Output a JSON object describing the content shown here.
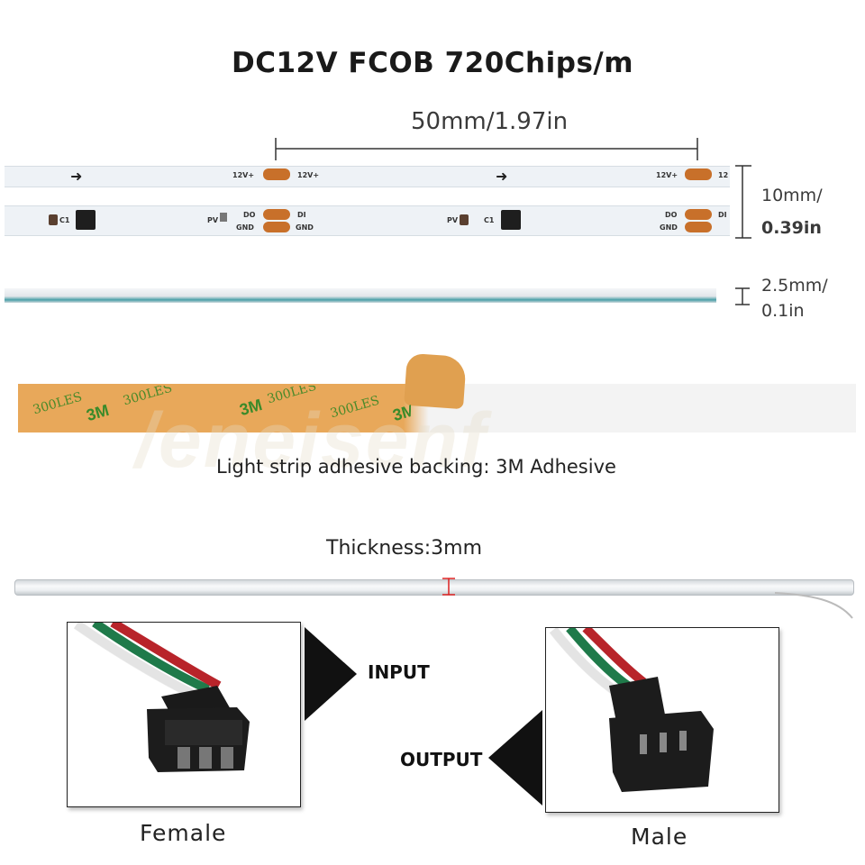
{
  "title": "DC12V FCOB 720Chips/m",
  "segment_length": "50mm/1.97in",
  "width_dim": {
    "line1": "10mm/",
    "line2": "0.39in"
  },
  "thickness_strip_dim": {
    "line1": "2.5mm/",
    "line2": "0.1in"
  },
  "pcb_labels": {
    "v12": "12V+",
    "do": "DO",
    "di": "DI",
    "gnd": "GND",
    "c1": "C1",
    "pv": "PV"
  },
  "adhesive": {
    "caption": "Light strip adhesive backing: 3M Adhesive",
    "print_text": [
      "3M",
      "300LES"
    ],
    "watermark": "/eneisenf"
  },
  "thickness_label": "Thickness:3mm",
  "connectors": {
    "input_label": "INPUT",
    "output_label": "OUTPUT",
    "female": "Female",
    "male": "Male"
  },
  "colors": {
    "pad": "#c8702a",
    "backing": "#e8a85a",
    "backing_print": "#3a8a2a",
    "wire_red": "#b8242a",
    "wire_green": "#1f7a4a",
    "wire_white": "#f4f4f4"
  }
}
